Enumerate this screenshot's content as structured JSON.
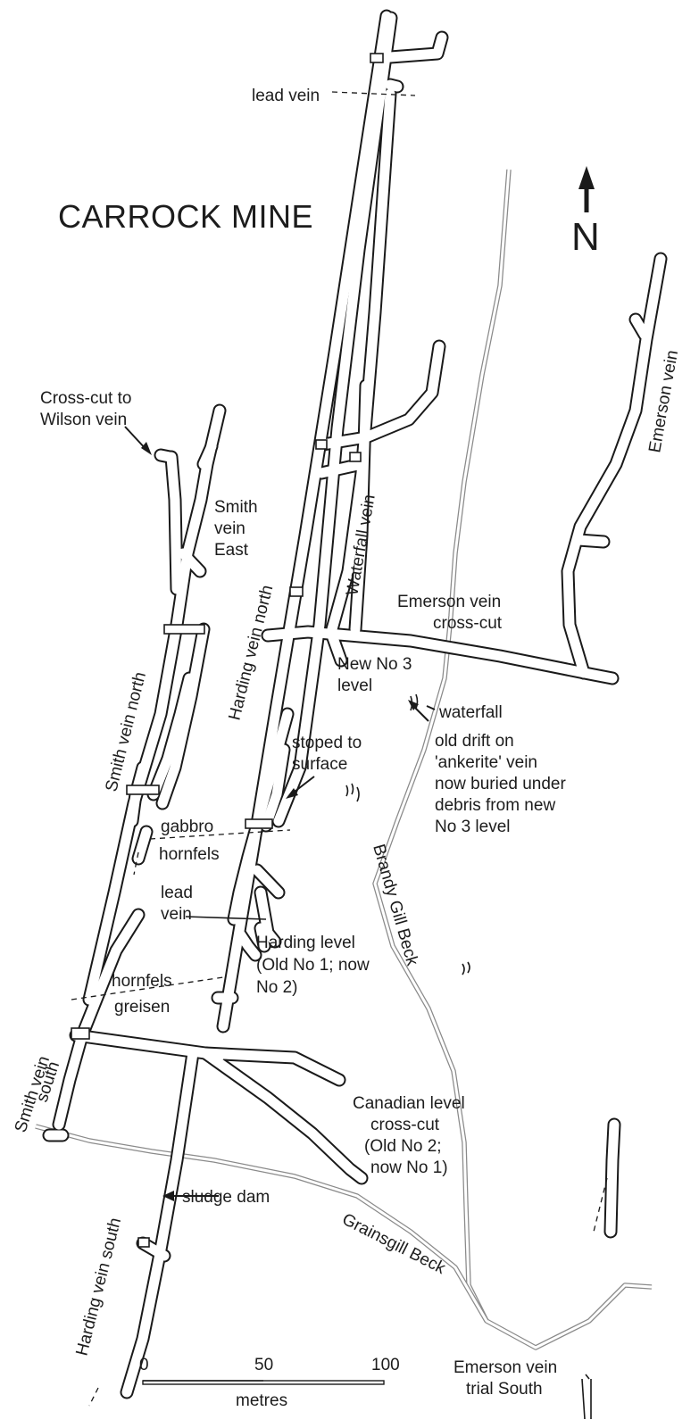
{
  "map": {
    "title": "CARROCK MINE",
    "north_label": "N",
    "labels": {
      "lead_vein_top": "lead vein",
      "cross_cut_wilson_1": "Cross-cut to",
      "cross_cut_wilson_2": "Wilson vein",
      "smith_east_1": "Smith",
      "smith_east_2": "vein",
      "smith_east_3": "East",
      "smith_vein_north": "Smith vein north",
      "harding_vein_north": "Harding vein north",
      "waterfall_vein": "Waterfall vein",
      "emerson_vein": "Emerson vein",
      "emerson_cc_1": "Emerson vein",
      "emerson_cc_2": "cross-cut",
      "new_no3_1": "New No 3",
      "new_no3_2": "level",
      "waterfall": "waterfall",
      "stoped_1": "stoped to",
      "stoped_2": "surface",
      "old_drift_1": "old drift on",
      "old_drift_2": "'ankerite' vein",
      "old_drift_3": "now buried under",
      "old_drift_4": "debris from new",
      "old_drift_5": "No 3 level",
      "gabbro": "gabbro",
      "hornfels_1": "hornfels",
      "brandy_gill_beck": "Brandy Gill Beck",
      "lead_vein_low_1": "lead",
      "lead_vein_low_2": "vein",
      "harding_level_1": "Harding level",
      "harding_level_2": "(Old No 1; now",
      "harding_level_3": "No 2)",
      "hornfels_2": "hornfels",
      "greisen": "greisen",
      "smith_south_1": "Smith vein",
      "smith_south_2": "south",
      "canadian_1": "Canadian level",
      "canadian_2": "cross-cut",
      "canadian_3": "(Old No 2;",
      "canadian_4": "now No 1)",
      "sludge_dam": "sludge dam",
      "harding_vein_south": "Harding vein south",
      "grainsgill_beck": "Grainsgill Beck",
      "emerson_trial_1": "Emerson vein",
      "emerson_trial_2": "trial South"
    },
    "scale_bar": {
      "ticks": [
        "0",
        "50",
        "100"
      ],
      "unit": "metres"
    }
  }
}
